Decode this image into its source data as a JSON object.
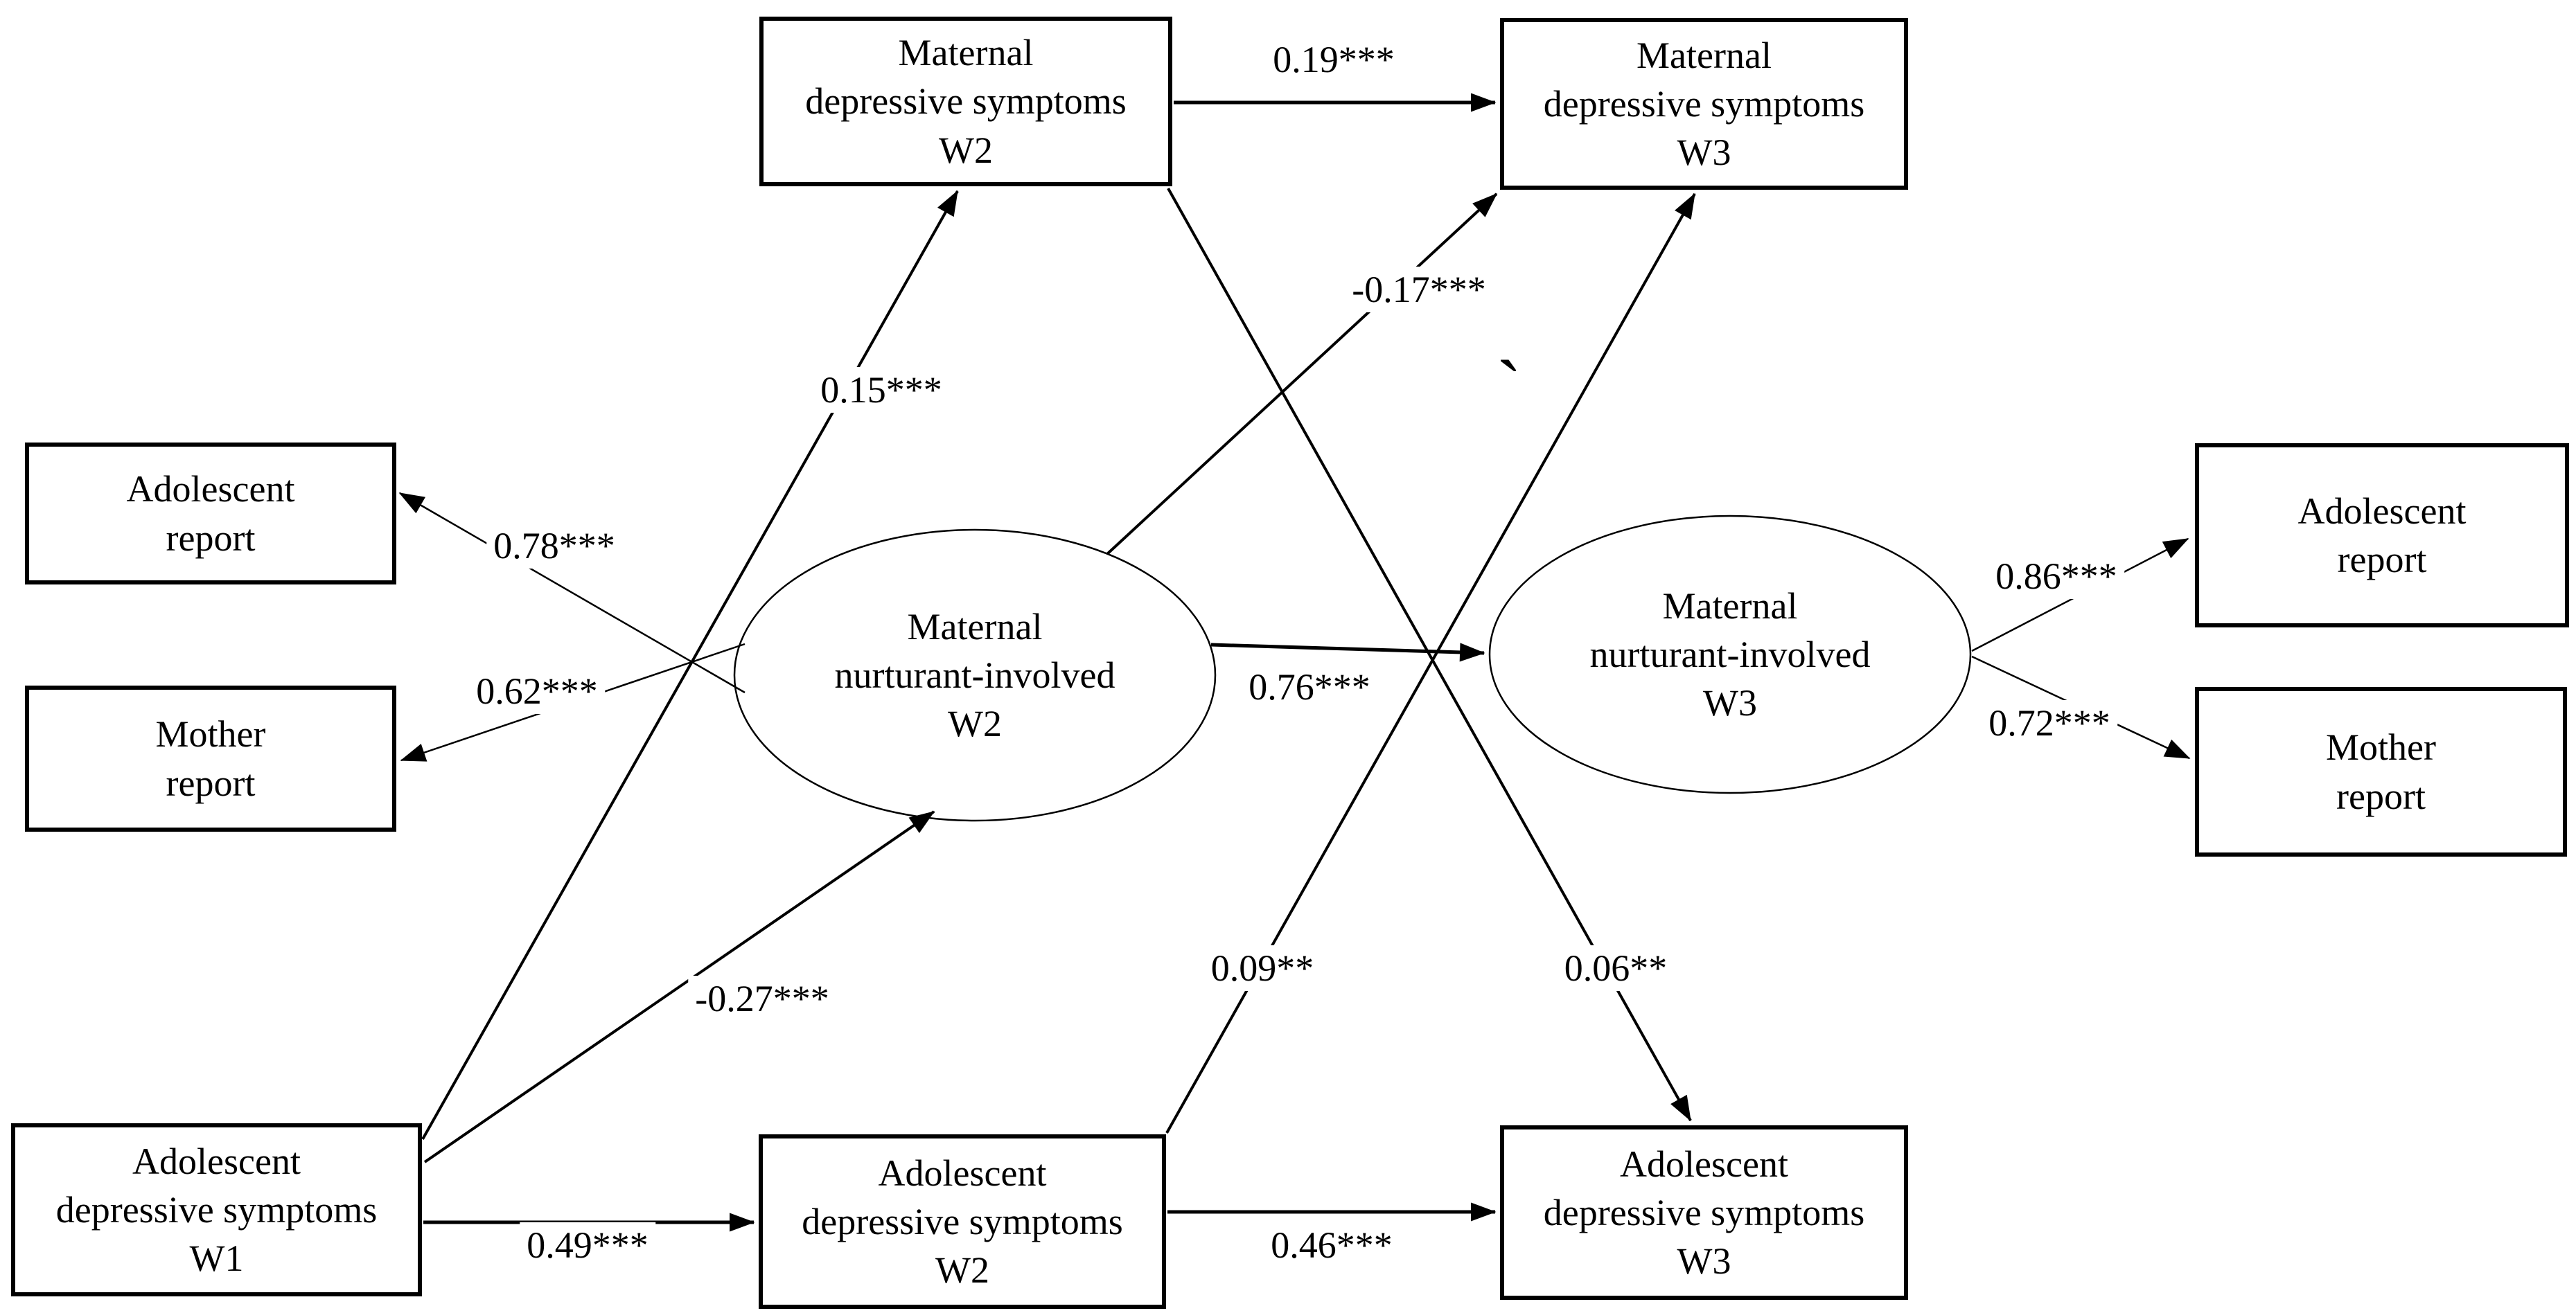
{
  "figure": {
    "type": "structural-equation-model-path-diagram",
    "colors": {
      "ink": "#000000",
      "background": "#ffffff"
    },
    "nodes": {
      "maternal_dep_w2": "Maternal\ndepressive symptoms\nW2",
      "maternal_dep_w3": "Maternal\ndepressive symptoms\nW3",
      "adolescent_report_w2": "Adolescent\nreport",
      "mother_report_w2": "Mother\nreport",
      "adolescent_report_w3": "Adolescent\nreport",
      "mother_report_w3": "Mother\nreport",
      "maternal_nurturant_w2": "Maternal\nnurturant-involved\nW2",
      "maternal_nurturant_w3": "Maternal\nnurturant-involved\nW3",
      "adolescent_dep_w1": "Adolescent\ndepressive symptoms\nW1",
      "adolescent_dep_w2": "Adolescent\ndepressive symptoms\nW2",
      "adolescent_dep_w3": "Adolescent\ndepressive symptoms\nW3"
    },
    "coefficients": {
      "maternal_dep_w2_to_w3": "0.19***",
      "adol_w1_to_maternal_dep_w2": "0.15***",
      "nurturant_w2_to_maternal_dep_w3": "-0.17***",
      "nurturant_w2_to_adolescent_report": "0.78***",
      "nurturant_w2_to_mother_report": "0.62***",
      "nurturant_w2_to_w3": "0.76***",
      "nurturant_w3_to_adolescent_report": "0.86***",
      "nurturant_w3_to_mother_report": "0.72***",
      "adol_w1_to_nurturant_w2": "-0.27***",
      "adol_dep_w2_to_maternal_dep_w3": "0.09**",
      "maternal_dep_w2_to_adol_dep_w3": "0.06**",
      "adol_dep_w1_to_w2": "0.49***",
      "adol_dep_w2_to_w3": "0.46***"
    },
    "stray_mark": "`"
  }
}
